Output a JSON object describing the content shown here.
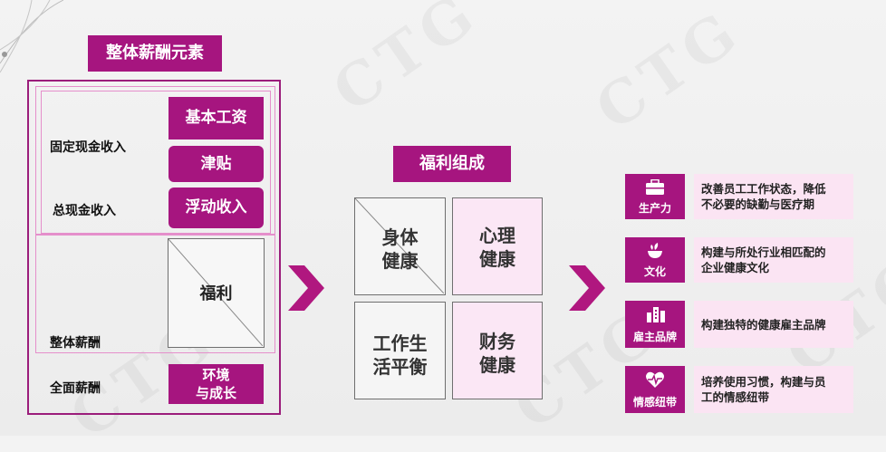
{
  "left": {
    "title": "整体薪酬元素",
    "label_fixed": "固定现金收入",
    "label_total_cash": "总现金收入",
    "label_total_comp": "整体薪酬",
    "label_full_comp": "全面薪酬",
    "btn_base": "基本工资",
    "btn_allowance": "津贴",
    "btn_variable": "浮动收入",
    "box_welfare": "福利",
    "btn_environment": "环境\n与成长"
  },
  "middle": {
    "title": "福利组成",
    "cells": [
      {
        "line1": "身体",
        "line2": "健康"
      },
      {
        "line1": "心理",
        "line2": "健康"
      },
      {
        "line1": "工作生",
        "line2": "活平衡"
      },
      {
        "line1": "财务",
        "line2": "健康"
      }
    ]
  },
  "right": {
    "items": [
      {
        "icon": "briefcase-icon",
        "caption": "生产力",
        "line1": "改善员工工作状态，降低",
        "line2": "不必要的缺勤与医疗期"
      },
      {
        "icon": "culture-icon",
        "caption": "文化",
        "line1": "构建与所处行业相匹配的",
        "line2": "企业健康文化"
      },
      {
        "icon": "building-icon",
        "caption": "雇主品牌",
        "line1": "构建独特的健康雇主品牌",
        "line2": ""
      },
      {
        "icon": "heart-pulse-icon",
        "caption": "情感纽带",
        "line1": "培养使用习惯，构建与员",
        "line2": "工的情感纽带"
      }
    ]
  },
  "colors": {
    "accent": "#a6157f",
    "pink_bg": "#fbe7f5",
    "frame": "#9b1d7b"
  }
}
